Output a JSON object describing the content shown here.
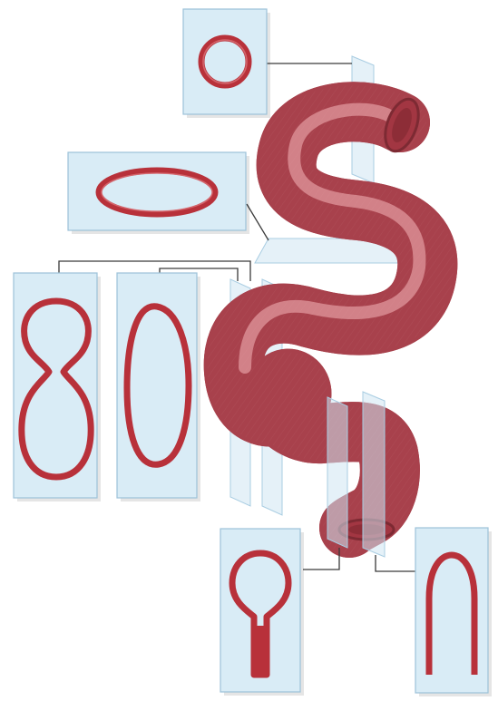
{
  "colors": {
    "tube_outer": "#b84a55",
    "tube_body": "#e3878f",
    "tube_highlight": "#f5b9bc",
    "wall": "#b8313a",
    "panel_fill": "#d9ecf6",
    "panel_border": "#9cc2d8",
    "leader_line": "#3a3a3a"
  },
  "sections": [
    {
      "id": "top",
      "shape": "circle"
    },
    {
      "id": "upper",
      "shape": "flattened-ellipse"
    },
    {
      "id": "left-1",
      "shape": "figure-eight"
    },
    {
      "id": "left-2",
      "shape": "vertical-ellipse"
    },
    {
      "id": "bottom-1",
      "shape": "keyhole"
    },
    {
      "id": "bottom-2",
      "shape": "arch"
    }
  ]
}
